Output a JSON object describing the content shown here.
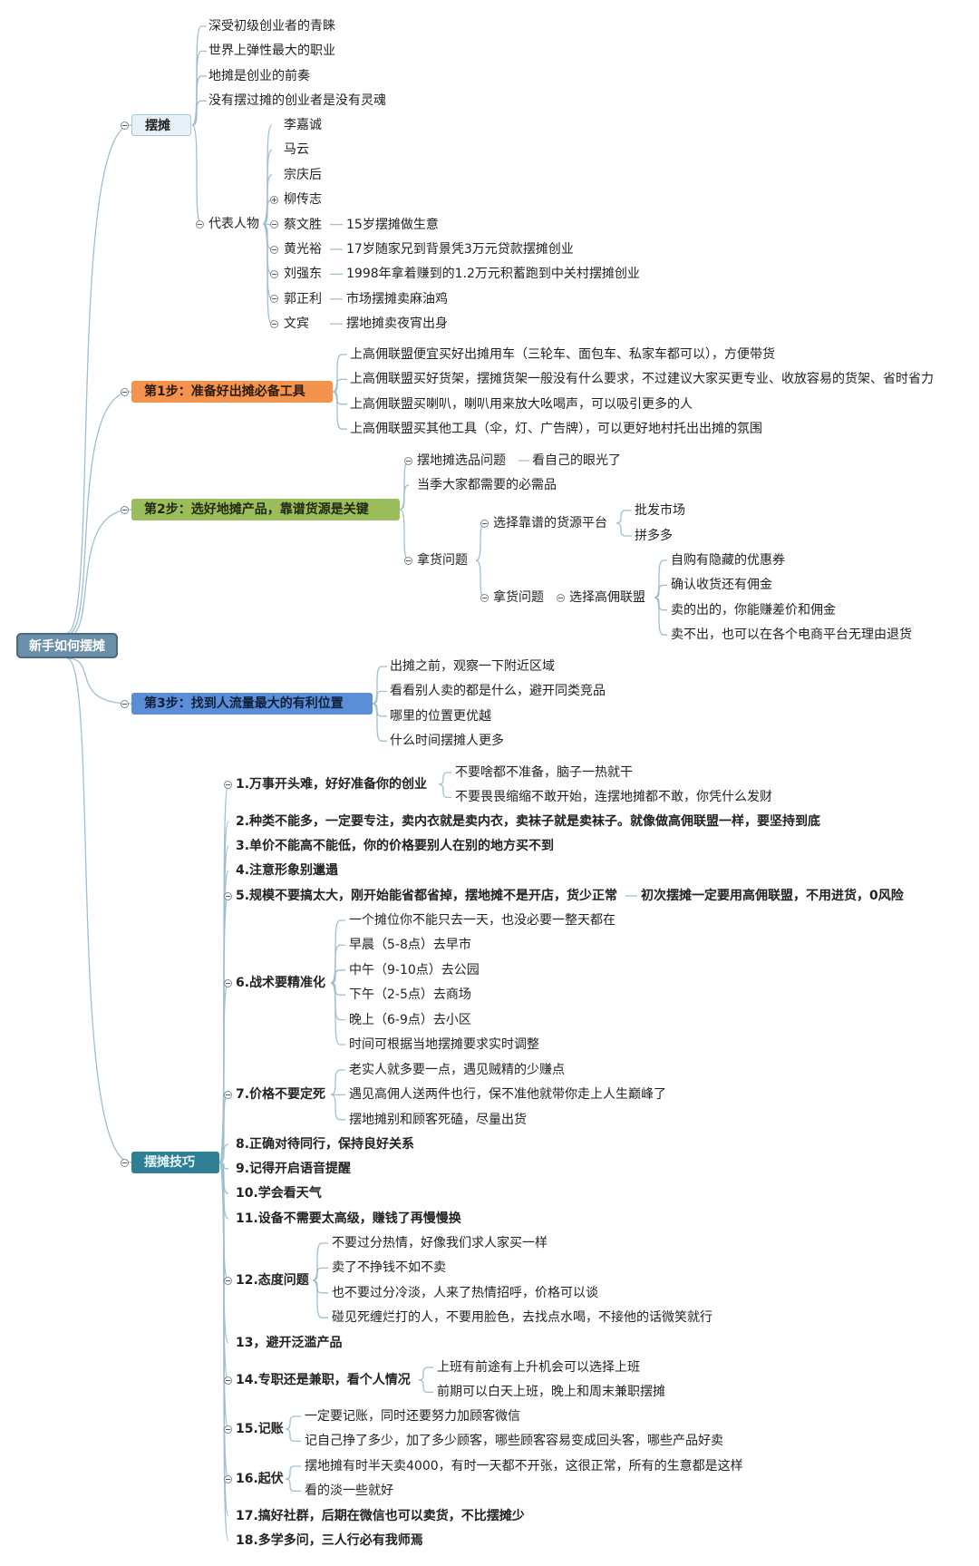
{
  "root": "新手如何摆摊",
  "b1": {
    "label": "摆摊",
    "items": [
      "深受初级创业者的青睐",
      "世界上弹性最大的职业",
      "地摊是创业的前奏",
      "没有摆过摊的创业者是没有灵魂"
    ],
    "rep": {
      "label": "代表人物",
      "people": [
        {
          "name": "李嘉诚"
        },
        {
          "name": "马云"
        },
        {
          "name": "宗庆后"
        },
        {
          "name": "柳传志"
        },
        {
          "name": "蔡文胜",
          "note": "15岁摆摊做生意"
        },
        {
          "name": "黄光裕",
          "note": "17岁随家兄到背景凭3万元贷款摆摊创业"
        },
        {
          "name": "刘强东",
          "note": "1998年拿着赚到的1.2万元积蓄跑到中关村摆摊创业"
        },
        {
          "name": "郭正利",
          "note": "市场摆摊卖麻油鸡"
        },
        {
          "name": "文宾",
          "note": "摆地摊卖夜宵出身"
        }
      ]
    }
  },
  "b2": {
    "label": "第1步：准备好出摊必备工具",
    "items": [
      "上高佣联盟便宜买好出摊用车（三轮车、面包车、私家车都可以），方便带货",
      "上高佣联盟买好货架，摆摊货架一般没有什么要求，不过建议大家买更专业、收放容易的货架、省时省力",
      "上高佣联盟买喇叭，喇叭用来放大吆喝声，可以吸引更多的人",
      "上高佣联盟买其他工具（伞，灯、广告牌），可以更好地村托出出摊的氛围"
    ]
  },
  "b3": {
    "label": "第2步：选好地摊产品，靠谱货源是关键",
    "sel": {
      "label": "摆地摊选品问题",
      "note": "看自己的眼光了"
    },
    "need": "当季大家都需要的必需品",
    "take": {
      "label": "拿货问题",
      "platform": {
        "label": "选择靠谱的货源平台",
        "items": [
          "批发市场",
          "拼多多"
        ]
      },
      "take2": {
        "label": "拿货问题",
        "alliance": {
          "label": "选择高佣联盟",
          "items": [
            "自购有隐藏的优惠券",
            "确认收货还有佣金",
            "卖的出的，你能赚差价和佣金",
            "卖不出，也可以在各个电商平台无理由退货"
          ]
        }
      }
    }
  },
  "b4": {
    "label": "第3步：找到人流量最大的有利位置",
    "items": [
      "出摊之前，观察一下附近区域",
      "看看别人卖的都是什么，避开同类竞品",
      "哪里的位置更优越",
      "什么时间摆摊人更多"
    ]
  },
  "b5": {
    "label": "摆摊技巧",
    "t1": {
      "label": "1.万事开头难，好好准备你的创业",
      "items": [
        "不要啥都不准备，脑子一热就干",
        "不要畏畏缩缩不敢开始，连摆地摊都不敢，你凭什么发财"
      ]
    },
    "t2": "2.种类不能多，一定要专注，卖内衣就是卖内衣，卖袜子就是卖袜子。就像做高佣联盟一样，要坚持到底",
    "t3": "3.单价不能高不能低，你的价格要别人在别的地方买不到",
    "t4": "4.注意形象别邋遢",
    "t5": {
      "label": "5.规模不要搞太大，刚开始能省都省掉，摆地摊不是开店，货少正常",
      "note": "初次摆摊一定要用高佣联盟，不用进货，0风险"
    },
    "t6": {
      "label": "6.战术要精准化",
      "items": [
        "一个摊位你不能只去一天，也没必要一整天都在",
        "早晨（5-8点）去早市",
        "中午（9-10点）去公园",
        "下午（2-5点）去商场",
        "晚上（6-9点）去小区",
        "时间可根据当地摆摊要求实时调整"
      ]
    },
    "t7": {
      "label": "7.价格不要定死",
      "items": [
        "老实人就多要一点，遇见贼精的少赚点",
        "遇见高佣人送两件也行，保不准他就带你走上人生巅峰了",
        "摆地摊别和顾客死磕，尽量出货"
      ]
    },
    "t8": "8.正确对待同行，保持良好关系",
    "t9": "9.记得开启语音提醒",
    "t10": "10.学会看天气",
    "t11": "11.设备不需要太高级，赚钱了再慢慢换",
    "t12": {
      "label": "12.态度问题",
      "items": [
        "不要过分热情，好像我们求人家买一样",
        "卖了不挣钱不如不卖",
        "也不要过分冷淡，人来了热情招呼，价格可以谈",
        "碰见死缠烂打的人，不要用脸色，去找点水喝，不接他的话微笑就行"
      ]
    },
    "t13": "13，避开泛滥产品",
    "t14": {
      "label": "14.专职还是兼职，看个人情况",
      "items": [
        "上班有前途有上升机会可以选择上班",
        "前期可以白天上班，晚上和周末兼职摆摊"
      ]
    },
    "t15": {
      "label": "15.记账",
      "items": [
        "一定要记账，同时还要努力加顾客微信",
        "记自己挣了多少，加了多少顾客，哪些顾客容易变成回头客，哪些产品好卖"
      ]
    },
    "t16": {
      "label": "16.起伏",
      "items": [
        "摆地摊有时半天卖4000，有时一天都不开张，这很正常，所有的生意都是这样",
        "看的淡一些就好"
      ]
    },
    "t17": "17.搞好社群，后期在微信也可以卖货，不比摆摊少",
    "t18": "18.多学多问，三人行必有我师焉"
  },
  "colors": {
    "root": "#6b8fa8",
    "step1": "#f4934d",
    "step2": "#9bbd5c",
    "step3": "#5c8ed6",
    "tips": "#2f7f94",
    "line": "#9fbfd0"
  }
}
